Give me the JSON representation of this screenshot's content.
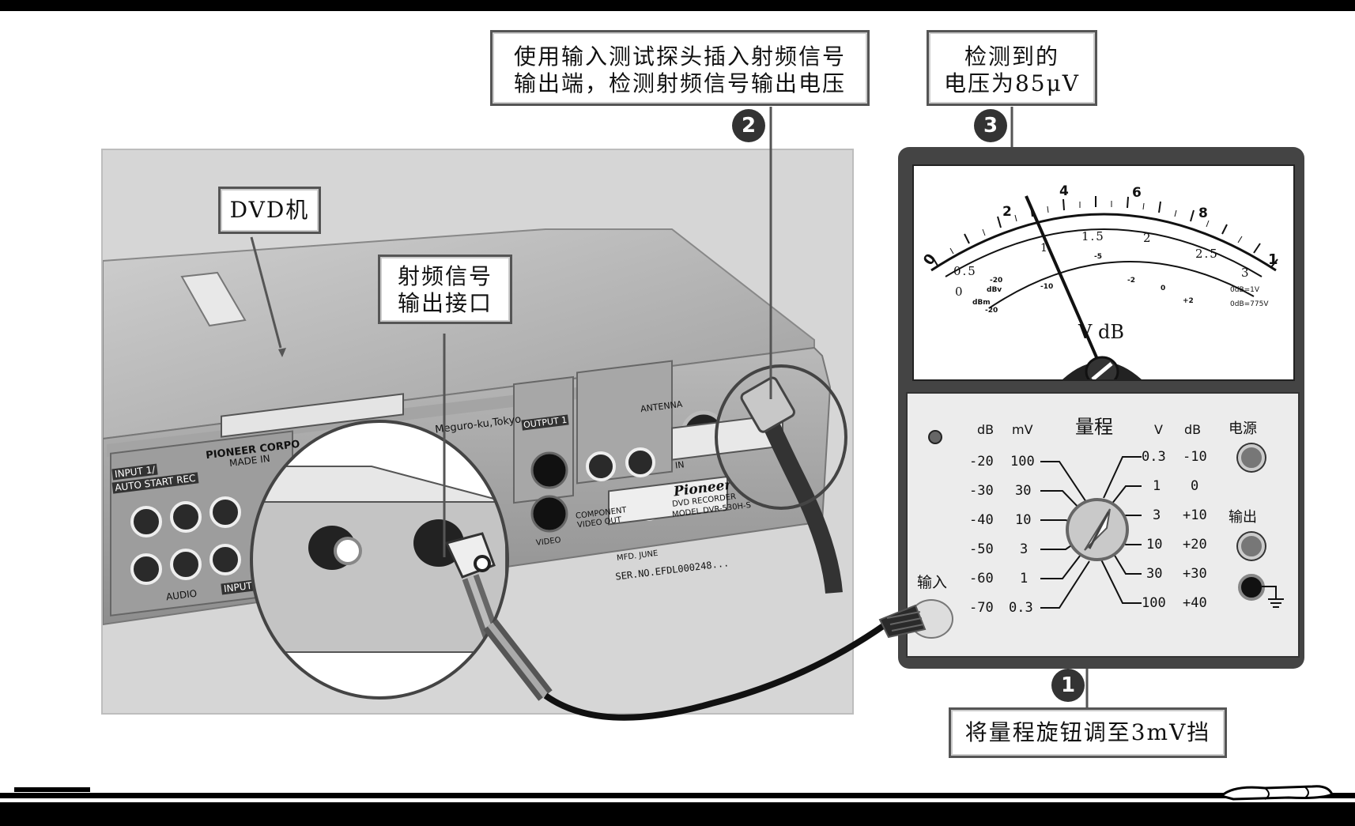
{
  "labels": {
    "dvd": "DVD机",
    "rf_port_line1": "射频信号",
    "rf_port_line2": "输出接口",
    "step2_line1": "使用输入测试探头插入射频信号",
    "step2_line2": "输出端，检测射频信号输出电压",
    "step3_line1": "检测到的",
    "step3_line2": "电压为85μV",
    "step1": "将量程旋钮调至3mV挡"
  },
  "badges": {
    "step1": "1",
    "step2": "2",
    "step3": "3"
  },
  "meter": {
    "unit_label": "V  dB",
    "scale_top": [
      "0",
      "2",
      "4",
      "6",
      "8",
      "1"
    ],
    "scale_mid": [
      "0.5",
      "1",
      "1.5",
      "2",
      "2.5",
      "3"
    ],
    "scale_mid_left": "0",
    "db_left": [
      "dBv",
      "dBm"
    ],
    "db_marks": [
      "-20",
      "-10",
      "-5",
      "-2",
      "0",
      "+2"
    ],
    "db_right": [
      "0dB=1V",
      "0dB=775V"
    ],
    "db_bottom_left": "-20",
    "range_title": "量程",
    "left_header_db": "dB",
    "left_header_mv": "mV",
    "right_header_v": "V",
    "right_header_db": "dB",
    "left_db": [
      "-20",
      "-30",
      "-40",
      "-50",
      "-60",
      "-70"
    ],
    "left_mv": [
      "100",
      "30",
      "10",
      "3",
      "1",
      "0.3"
    ],
    "right_v": [
      "0.3",
      "1",
      "3",
      "10",
      "30",
      "100"
    ],
    "right_db": [
      "-10",
      "0",
      "+10",
      "+20",
      "+30",
      "+40"
    ],
    "power_label": "电源",
    "output_label": "输出",
    "input_label": "输入"
  },
  "dvd_text": {
    "brand": "Pioneer",
    "corp": "PIONEER CORPO",
    "made": "MADE IN",
    "address": "Meguro-ku,Tokyo",
    "input1": "INPUT 1/",
    "auto_rec": "AUTO START REC",
    "output1": "OUTPUT 1",
    "antenna": "ANTENNA",
    "in": "IN",
    "component": "COMPONENT",
    "video_out": "VIDEO OUT",
    "video": "VIDEO",
    "audio": "AUDIO",
    "input": "INPUT",
    "recorder": "DVD RECORDER",
    "model": "MODEL  DVR-530H-S",
    "mfd": "MFD.  JUNE",
    "serial": "SER.NO.EFDL000248..."
  }
}
